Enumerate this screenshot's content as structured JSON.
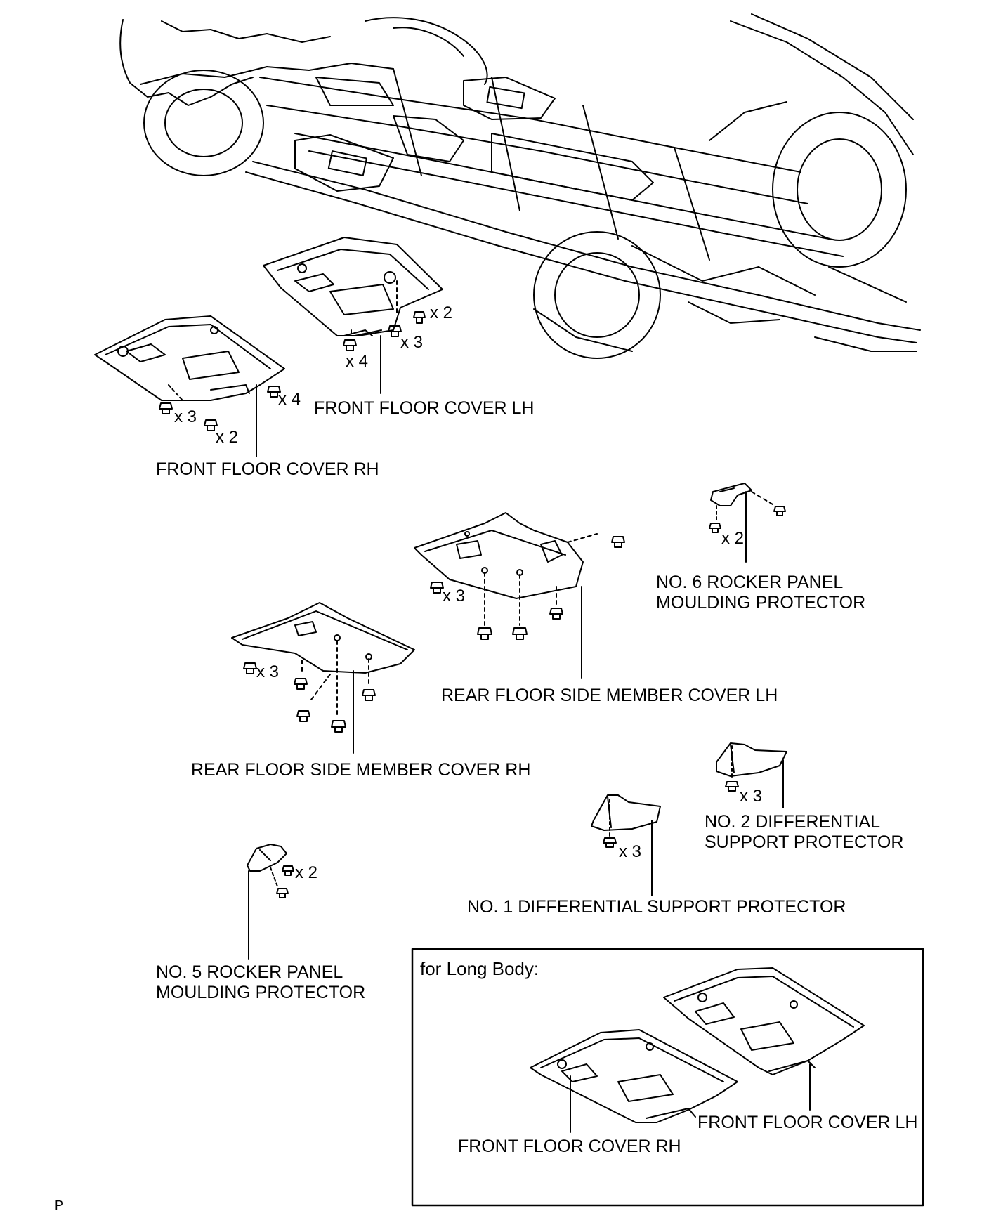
{
  "labels": {
    "front_floor_cover_lh": "FRONT FLOOR COVER LH",
    "front_floor_cover_rh": "FRONT FLOOR COVER RH",
    "no6_line1": "NO. 6 ROCKER PANEL",
    "no6_line2": "MOULDING PROTECTOR",
    "rear_floor_side_member_cover_lh": "REAR FLOOR SIDE MEMBER COVER LH",
    "rear_floor_side_member_cover_rh": "REAR FLOOR SIDE MEMBER COVER RH",
    "no2_line1": "NO. 2 DIFFERENTIAL",
    "no2_line2": "SUPPORT PROTECTOR",
    "no1_diff": "NO. 1 DIFFERENTIAL SUPPORT PROTECTOR",
    "no5_line1": "NO. 5 ROCKER PANEL",
    "no5_line2": "MOULDING PROTECTOR"
  },
  "quantities": {
    "flh_bolt_a": "x 2",
    "flh_bolt_b": "x 3",
    "flh_bolt_c": "x 4",
    "frh_bolt_a": "x 4",
    "frh_bolt_b": "x 3",
    "frh_bolt_c": "x 2",
    "no6_bolt": "x 2",
    "rlh_bolt": "x 3",
    "rrh_bolt": "x 3",
    "no2_bolt": "x 3",
    "no1_bolt": "x 3",
    "no5_bolt": "x 2"
  },
  "long_body": {
    "title": "for Long Body:",
    "front_floor_cover_lh": "FRONT FLOOR COVER LH",
    "front_floor_cover_rh": "FRONT FLOOR COVER RH"
  },
  "footer_code": "P"
}
